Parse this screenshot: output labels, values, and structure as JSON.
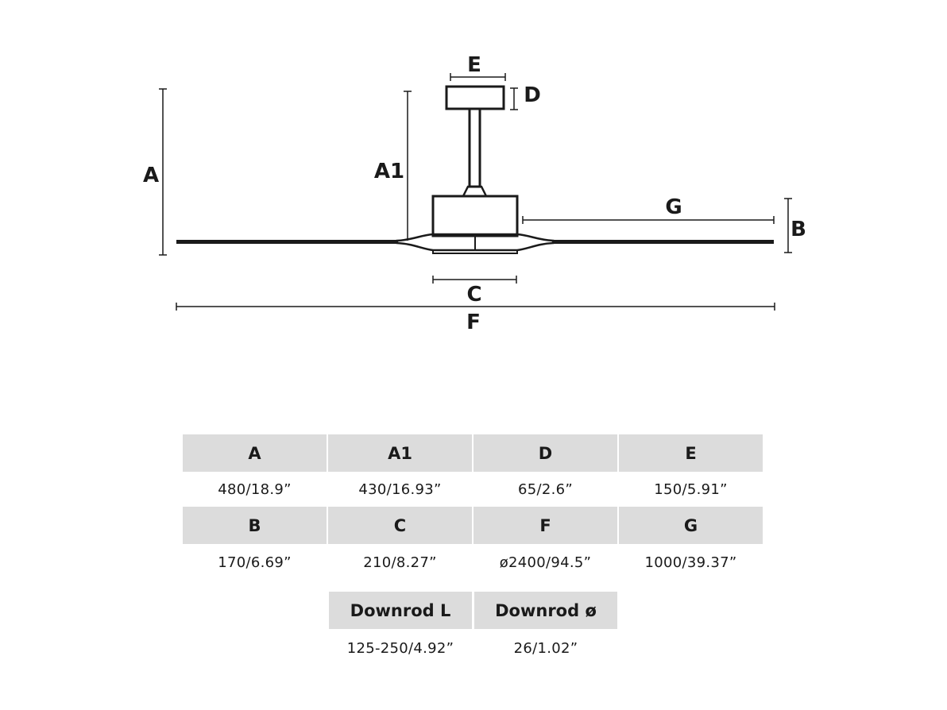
{
  "diagram": {
    "labels": {
      "a": "A",
      "a1": "A1",
      "b": "B",
      "c": "C",
      "d": "D",
      "e": "E",
      "f": "F",
      "g": "G"
    }
  },
  "table": {
    "rows": [
      {
        "headers": [
          "A",
          "A1",
          "D",
          "E"
        ],
        "values": [
          "480/18.9”",
          "430/16.93”",
          "65/2.6”",
          "150/5.91”"
        ]
      },
      {
        "headers": [
          "B",
          "C",
          "F",
          "G"
        ],
        "values": [
          "170/6.69”",
          "210/8.27”",
          "ø2400/94.5”",
          "1000/39.37”"
        ]
      },
      {
        "headers": [
          "Downrod L",
          "Downrod ø"
        ],
        "values": [
          "125-250/4.92”",
          "26/1.02”"
        ]
      }
    ]
  },
  "colors": {
    "line": "#1a1a1a",
    "header_bg": "#dcdcdc",
    "background": "#ffffff"
  }
}
